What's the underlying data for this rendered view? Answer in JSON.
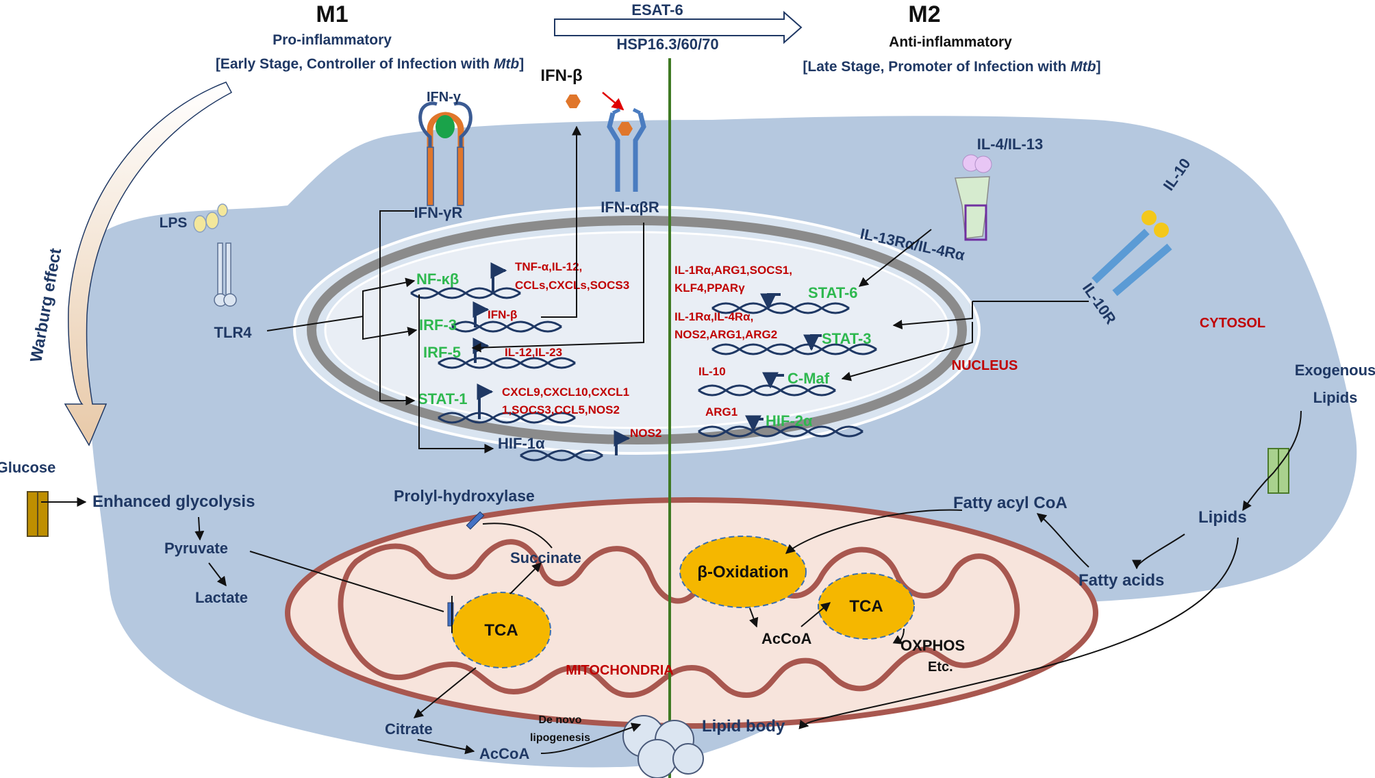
{
  "header": {
    "m1_title": "M1",
    "m1_subtitle": "Pro-inflammatory",
    "m1_stage": "[Early Stage, Controller of Infection with ",
    "m2_title": "M2",
    "m2_subtitle": "Anti-inflammatory",
    "m2_stage": "[Late Stage, Promoter of Infection with ",
    "pathogen": "Mtb",
    "pathogen_close": "]",
    "arrow_label_top": "ESAT-6",
    "arrow_label_bottom": "HSP16.3/60/70"
  },
  "side": {
    "warburg": "Warburg effect",
    "cytosol": "CYTOSOL",
    "nucleus": "NUCLEUS",
    "mitochondria": "MITOCHONDRIA"
  },
  "receptors": {
    "ifn_gamma": "IFN-γ",
    "ifn_gamma_r": "IFN-γR",
    "ifn_beta": "IFN-β",
    "ifn_ab_r": "IFN-αβR",
    "lps": "LPS",
    "tlr4": "TLR4",
    "il4_il13": "IL-4/IL-13",
    "il13_il4_r": "IL-13Rα/IL-4Rα",
    "il10": "IL-10",
    "il10r": "IL-10R"
  },
  "transcription_factors": {
    "nfkb": "NF-κβ",
    "irf3": "IRF-3",
    "irf5": "IRF-5",
    "stat1": "STAT-1",
    "hif1a": "HIF-1α",
    "stat6": "STAT-6",
    "stat3": "STAT-3",
    "cmaf": "C-Maf",
    "hif2a": "HIF-2α"
  },
  "genes": {
    "nfkb_line1": "TNF-α,IL-12,",
    "nfkb_line2": "CCLs,CXCLs,SOCS3",
    "irf3": "IFN-β",
    "irf5": "IL-12,IL-23",
    "stat1_line1": "CXCL9,CXCL10,CXCL1",
    "stat1_line2": "1,SOCS3,CCL5,NOS2",
    "hif1a": "NOS2",
    "stat6_line1": "IL-1Rα,ARG1,SOCS1,",
    "stat6_line2": "KLF4,PPARγ",
    "stat3_line1": "IL-1Rα,IL-4Rα,",
    "stat3_line2": "NOS2,ARG1,ARG2",
    "cmaf": "IL-10",
    "hif2a": "ARG1"
  },
  "metabolism": {
    "glucose": "Glucose",
    "glycolysis": "Enhanced  glycolysis",
    "pyruvate": "Pyruvate",
    "lactate": "Lactate",
    "prolyl": "Prolyl-hydroxylase",
    "succinate": "Succinate",
    "tca_left": "TCA",
    "citrate": "Citrate",
    "accoa_bottom": "AcCoA",
    "denovo_line1": "De novo",
    "denovo_line2": "lipogenesis",
    "lipid_body": "Lipid body",
    "beta_ox": "β-Oxidation",
    "tca_right": "TCA",
    "accoa_right": "AcCoA",
    "oxphos": "OXPHOS",
    "etc": "Etc.",
    "fatty_acyl": "Fatty acyl CoA",
    "fatty_acids": "Fatty acids",
    "lipids": "Lipids",
    "exo_line1": "Exogenous",
    "exo_line2": "Lipids"
  },
  "colors": {
    "cell": "#b5c8df",
    "cell_light": "#dbe5f1",
    "nucleus_fill": "#e9eef5",
    "nucleus_ring": "#8b8b8b",
    "mito_outer": "#a8574f",
    "mito_fill": "#f7e4dc",
    "tca": "#f5b700",
    "divider": "#3f7a23",
    "navy_text": "#1f3864",
    "red_text": "#c00000",
    "green_text": "#2eb84f"
  }
}
